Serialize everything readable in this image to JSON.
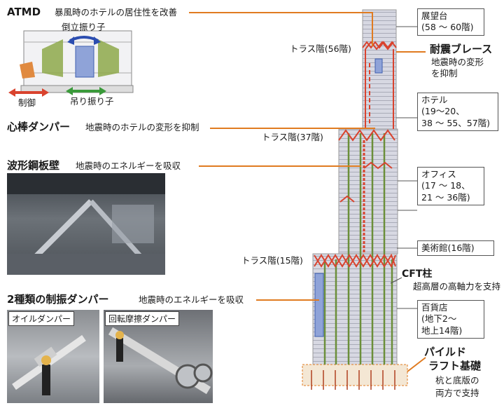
{
  "colors": {
    "accent": "#e07b20",
    "brace": "#d9432e",
    "column": "#6b8f3a",
    "damper": "#3f5fb0",
    "tower": "#c9c9d4"
  },
  "atmd": {
    "title": "ATMD",
    "desc": "暴風時のホテルの居住性を改善",
    "inverted": "倒立振り子",
    "control": "制御",
    "hanging": "吊り振り子"
  },
  "shinbashira": {
    "title": "心棒ダンパー",
    "desc": "地震時のホテルの変形を抑制"
  },
  "corrugated": {
    "title": "波形鋼板壁",
    "desc": "地震時のエネルギーを吸収"
  },
  "dampers2": {
    "title": "2種類の制振ダンパー",
    "desc": "地震時のエネルギーを吸収",
    "oil": "オイルダンパー",
    "friction": "回転摩擦ダンパー"
  },
  "truss56": "トラス階(56階)",
  "truss37": "トラス階(37階)",
  "truss15": "トラス階(15階)",
  "observatory": {
    "line1": "展望台",
    "line2": "(58 ～ 60階)"
  },
  "brace": {
    "title": "耐震ブレース",
    "line1": "地震時の変形",
    "line2": "を抑制"
  },
  "hotel": {
    "line1": "ホテル",
    "line2": "(19～20、",
    "line3": "38 ～ 55、57階)"
  },
  "office": {
    "line1": "オフィス",
    "line2": "(17 ～ 18、",
    "line3": "21 ～ 36階)"
  },
  "museum": "美術館(16階)",
  "cft": {
    "title": "CFT柱",
    "desc": "超高層の高軸力を支持"
  },
  "dept": {
    "line1": "百貨店",
    "line2": "(地下2～",
    "line3": "地上14階)"
  },
  "raft": {
    "line1": "パイルド",
    "line2": "ラフト基礎",
    "line3": "杭と底版の",
    "line4": "両方で支持"
  }
}
